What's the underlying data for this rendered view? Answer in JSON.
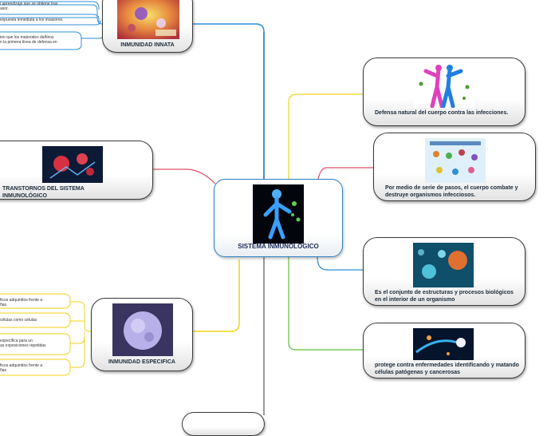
{
  "center": {
    "title": "SISTEMA INMUNOLÓGICO"
  },
  "nodes": {
    "innata": {
      "caption": "INMUNIDAD INNATA"
    },
    "transtornos": {
      "caption": "TRANSTORNOS DEL SISTEMA INMUNOLÓGICO"
    },
    "especifica": {
      "caption": "INMUNIDAD ESPECIFICA"
    },
    "defensa": {
      "caption": "Defensa natural del cuerpo contra las infecciones."
    },
    "pasos": {
      "caption": "Por medio de serie de pasos, el cuerpo combate y destruye organismos infecciosos."
    },
    "conjunto": {
      "caption": "Es el conjunto de estructuras y procesos biológicos en el interior de un organismo"
    },
    "protege": {
      "caption": "protege contra enfermedades identificando y matando células patógenas y cancerosas"
    }
  },
  "innata_leaves": [
    {
      "line1": "l aprendizaje que se obtiene tras",
      "line2": "asor."
    },
    {
      "line1": "espuesta inmediata a los invasores.",
      "line2": ""
    },
    {
      "line1": "ien que los materiales dañinos",
      "line2": "n la primera línea de defensa en"
    }
  ],
  "especifica_leaves": [
    {
      "line1": "ficos adquiridos frente a",
      "line2": "ñas."
    },
    {
      "line1": "células como células",
      "line2": ""
    },
    {
      "line1": "específica para un",
      "line2": "as exposiciones repetidas"
    },
    {
      "line1": "ficos adquiridos frente a",
      "line2": "ñas"
    }
  ],
  "colors": {
    "blue": "#2e8fd6",
    "yellow": "#f0d21e",
    "red": "#e0506a",
    "green": "#5fbf3a",
    "orange": "#f0a020",
    "trunk": "#9a9a9a"
  }
}
